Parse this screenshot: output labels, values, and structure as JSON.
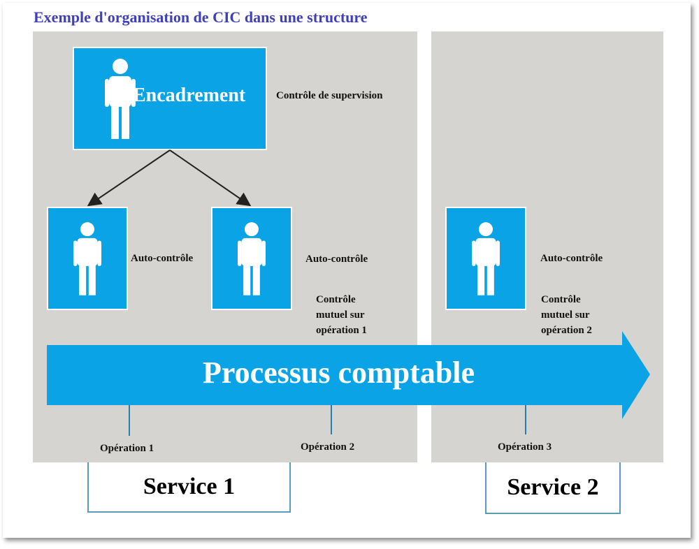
{
  "title": "Exemple d'organisation de CIC dans une structure",
  "colors": {
    "accent": "#0aa4e6",
    "panel": "#d5d4d0",
    "title": "#4040b8",
    "service_border": "#5a9cb8"
  },
  "management": {
    "label": "Encadrement",
    "side_label": "Contrôle de supervision",
    "icon": "person-icon"
  },
  "staff": [
    {
      "label": "Auto-contrôle",
      "icon": "person-icon"
    },
    {
      "label": "Auto-contrôle",
      "icon": "person-icon"
    },
    {
      "label": "Auto-contrôle",
      "icon": "person-icon"
    }
  ],
  "mutual_controls": [
    {
      "line1": "Contrôle",
      "line2": "mutuel sur",
      "line3": "opération 1"
    },
    {
      "line1": "Contrôle",
      "line2": "mutuel sur",
      "line3": "opération 2"
    }
  ],
  "process": {
    "label": "Processus comptable"
  },
  "operations": [
    {
      "label": "Opération 1"
    },
    {
      "label": "Opération 2"
    },
    {
      "label": "Opération 3"
    }
  ],
  "services": [
    {
      "label": "Service 1"
    },
    {
      "label": "Service 2"
    }
  ]
}
